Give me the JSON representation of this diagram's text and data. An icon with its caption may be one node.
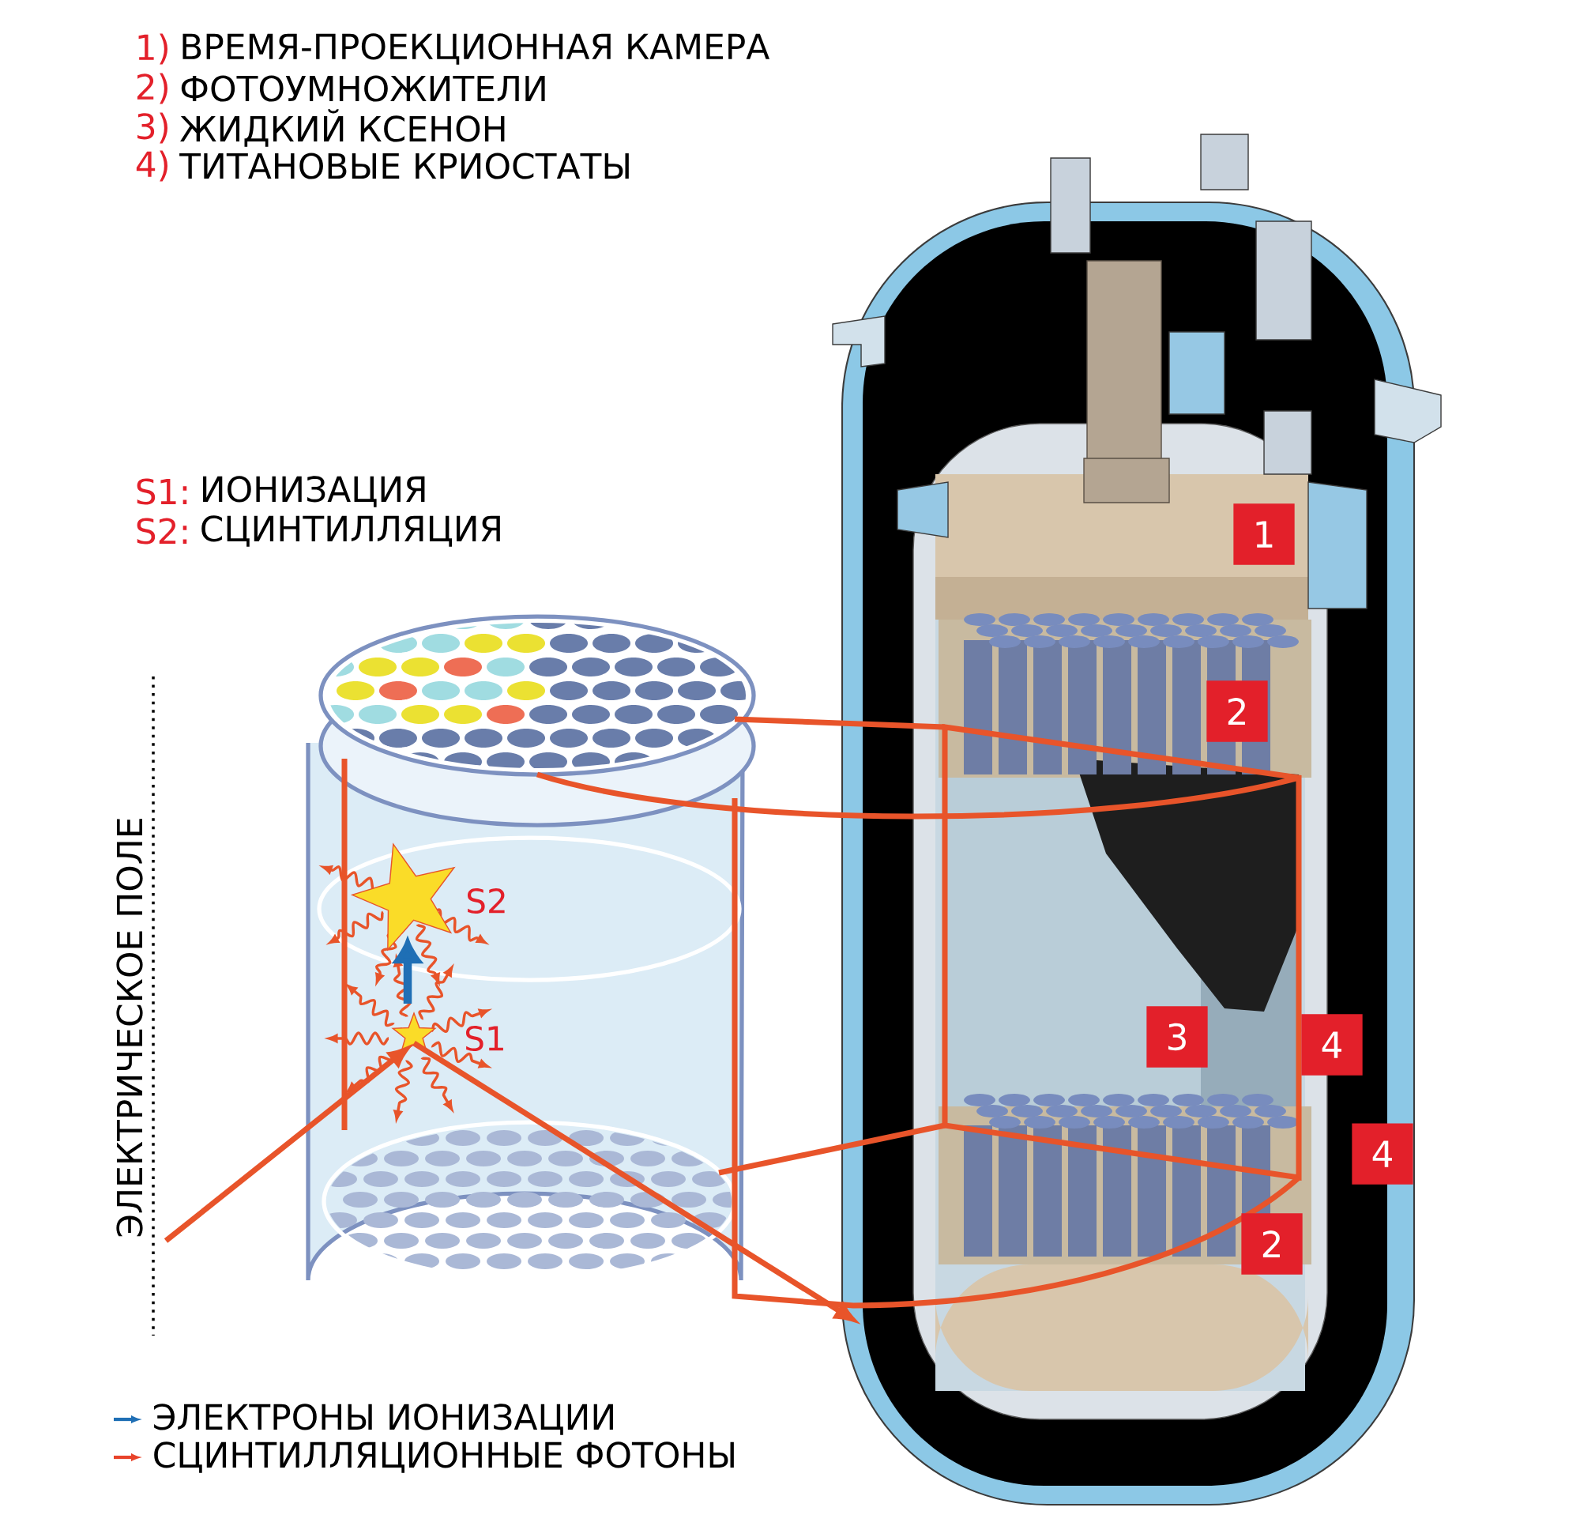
{
  "diagram": {
    "labels": [
      "1)",
      "ВРЕМЯ-ПРОЕКЦИОННАЯ КАМЕРА",
      "2)",
      "ФОТОУМНОЖИТЕЛИ",
      "3)",
      "ЖИДКИЙ КСЕНОН",
      "4)",
      "ТИТАНОВЫЕ КРИОСТАТЫ",
      "S1:",
      "ИОНИЗАЦИЯ",
      "S2:",
      "СЦИНТИЛЛЯЦИЯ",
      "1",
      "2",
      "ЭЛЕКТРИЧЕСКОЕ ПОЛЕ",
      "S2",
      "S1",
      "3",
      "4",
      "4",
      "2"
    ],
    "legend": [
      {
        "text": "ЭЛЕКТРОНЫ ИОНИЗАЦИИ"
      },
      {
        "text": "СЦИНТИЛЛЯЦИОННЫЕ ФОТОНЫ"
      }
    ]
  }
}
